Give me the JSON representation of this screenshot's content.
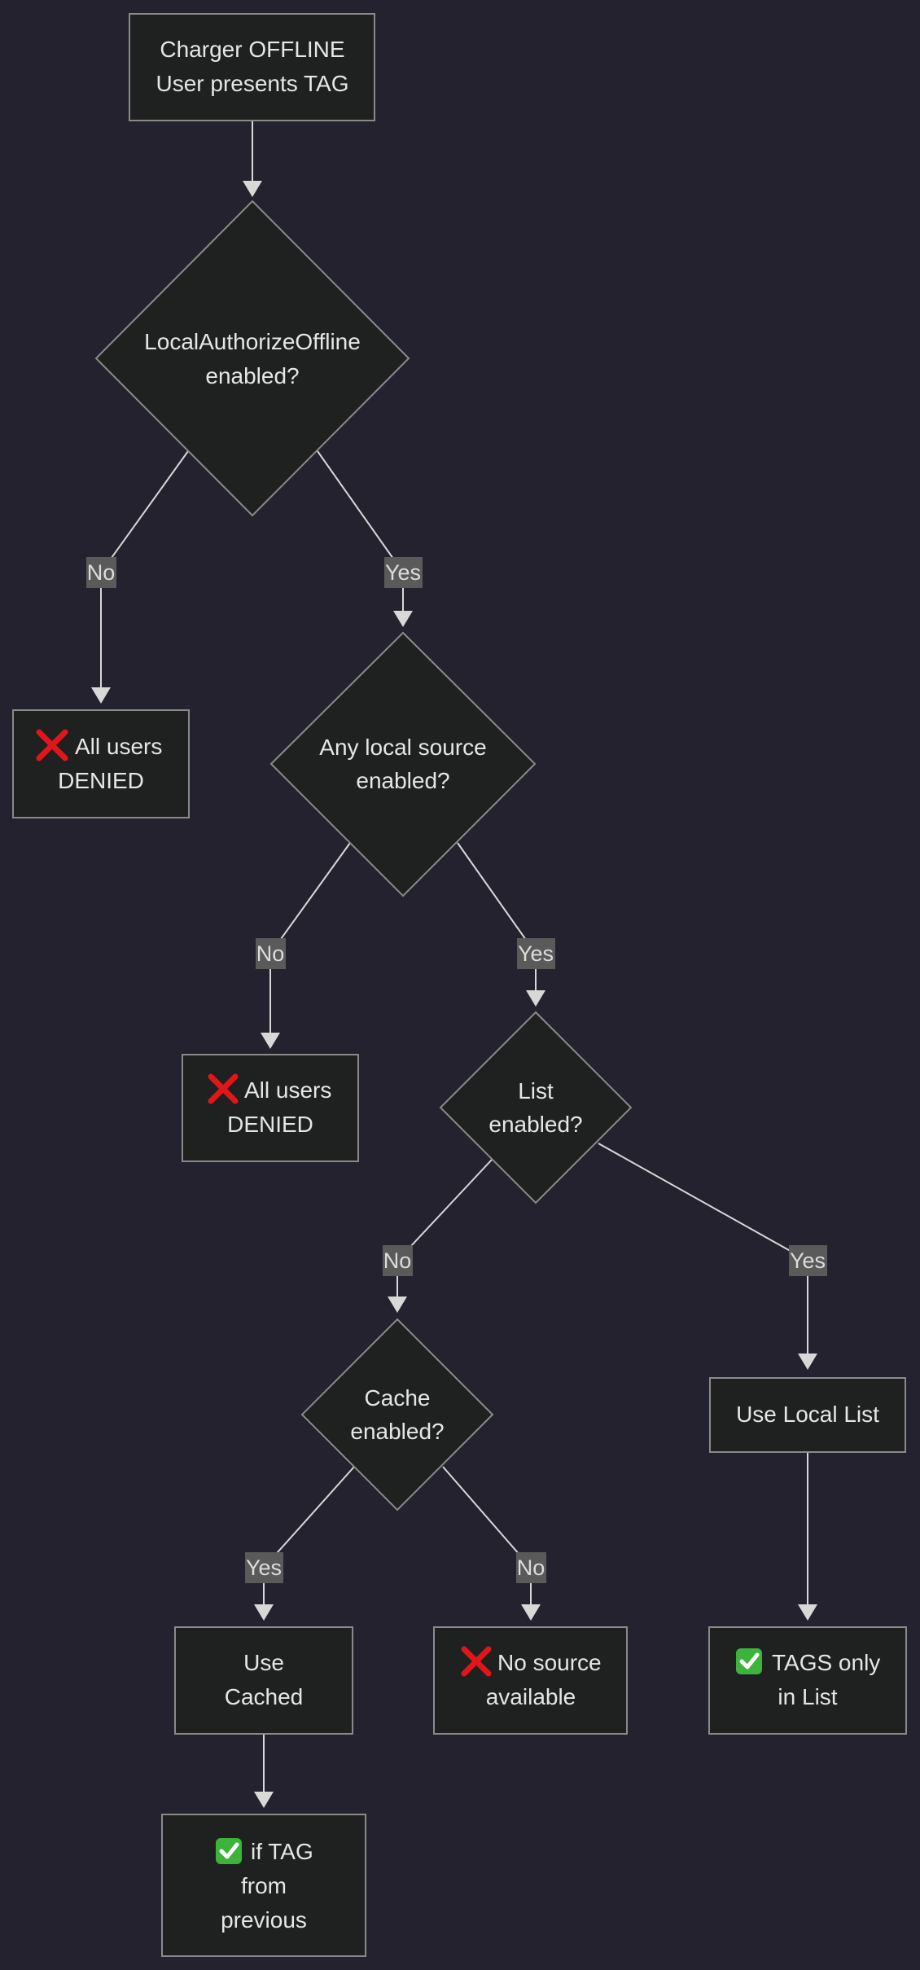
{
  "nodes": {
    "start": {
      "lines": [
        "Charger OFFLINE",
        "User presents TAG"
      ]
    },
    "d1": {
      "lines": [
        "LocalAuthorizeOffline",
        "enabled?"
      ]
    },
    "denied1": {
      "icon": "cross-icon",
      "lines": [
        "All users",
        "DENIED"
      ]
    },
    "d2": {
      "lines": [
        "Any local source",
        "enabled?"
      ]
    },
    "denied2": {
      "icon": "cross-icon",
      "lines": [
        "All users",
        "DENIED"
      ]
    },
    "d3": {
      "lines": [
        "List",
        "enabled?"
      ]
    },
    "d4": {
      "lines": [
        "Cache",
        "enabled?"
      ]
    },
    "uselist": {
      "lines": [
        "Use Local List"
      ]
    },
    "usecached": {
      "lines": [
        "Use",
        "Cached"
      ]
    },
    "nosource": {
      "icon": "cross-icon",
      "lines": [
        "No source",
        "available"
      ]
    },
    "tagsonly": {
      "icon": "check-icon",
      "lines": [
        "TAGS only",
        "in List"
      ]
    },
    "iftag": {
      "icon": "check-icon",
      "lines": [
        "if TAG",
        "from",
        "previous"
      ]
    }
  },
  "edge_labels": {
    "d1_no": "No",
    "d1_yes": "Yes",
    "d2_no": "No",
    "d2_yes": "Yes",
    "d3_no": "No",
    "d3_yes": "Yes",
    "d4_yes": "Yes",
    "d4_no": "No"
  },
  "colors": {
    "background": "#24222f",
    "node_fill": "#1f2020",
    "node_stroke": "#8a8a8a",
    "edge": "#d8d8d8",
    "label_bg": "#5a5a5a",
    "cross": "#e0161b",
    "check": "#3cb43c"
  }
}
